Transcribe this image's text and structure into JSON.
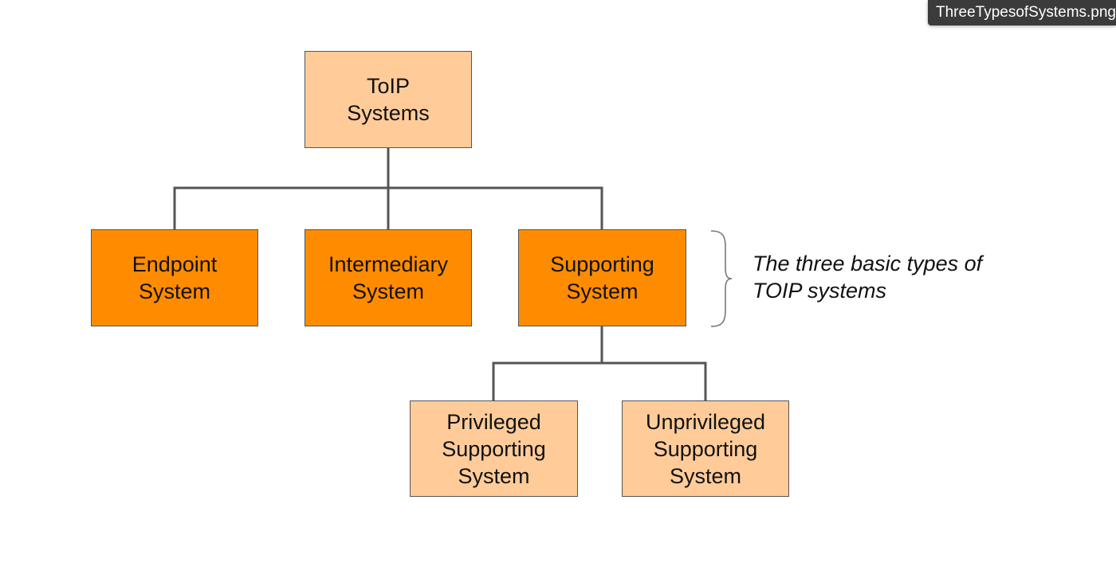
{
  "filename_tooltip": "ThreeTypesofSystems.png",
  "diagram": {
    "root": {
      "label": "ToIP\nSystems"
    },
    "types": [
      {
        "label": "Endpoint\nSystem"
      },
      {
        "label": "Intermediary\nSystem"
      },
      {
        "label": "Supporting\nSystem"
      }
    ],
    "supporting_children": [
      {
        "label": "Privileged\nSupporting\nSystem"
      },
      {
        "label": "Unprivileged\nSupporting\nSystem"
      }
    ],
    "annotation": "The three basic types of\nTOIP systems"
  },
  "colors": {
    "light_box": "#ffcc99",
    "dark_box": "#ff8c00",
    "connector": "#555555"
  }
}
